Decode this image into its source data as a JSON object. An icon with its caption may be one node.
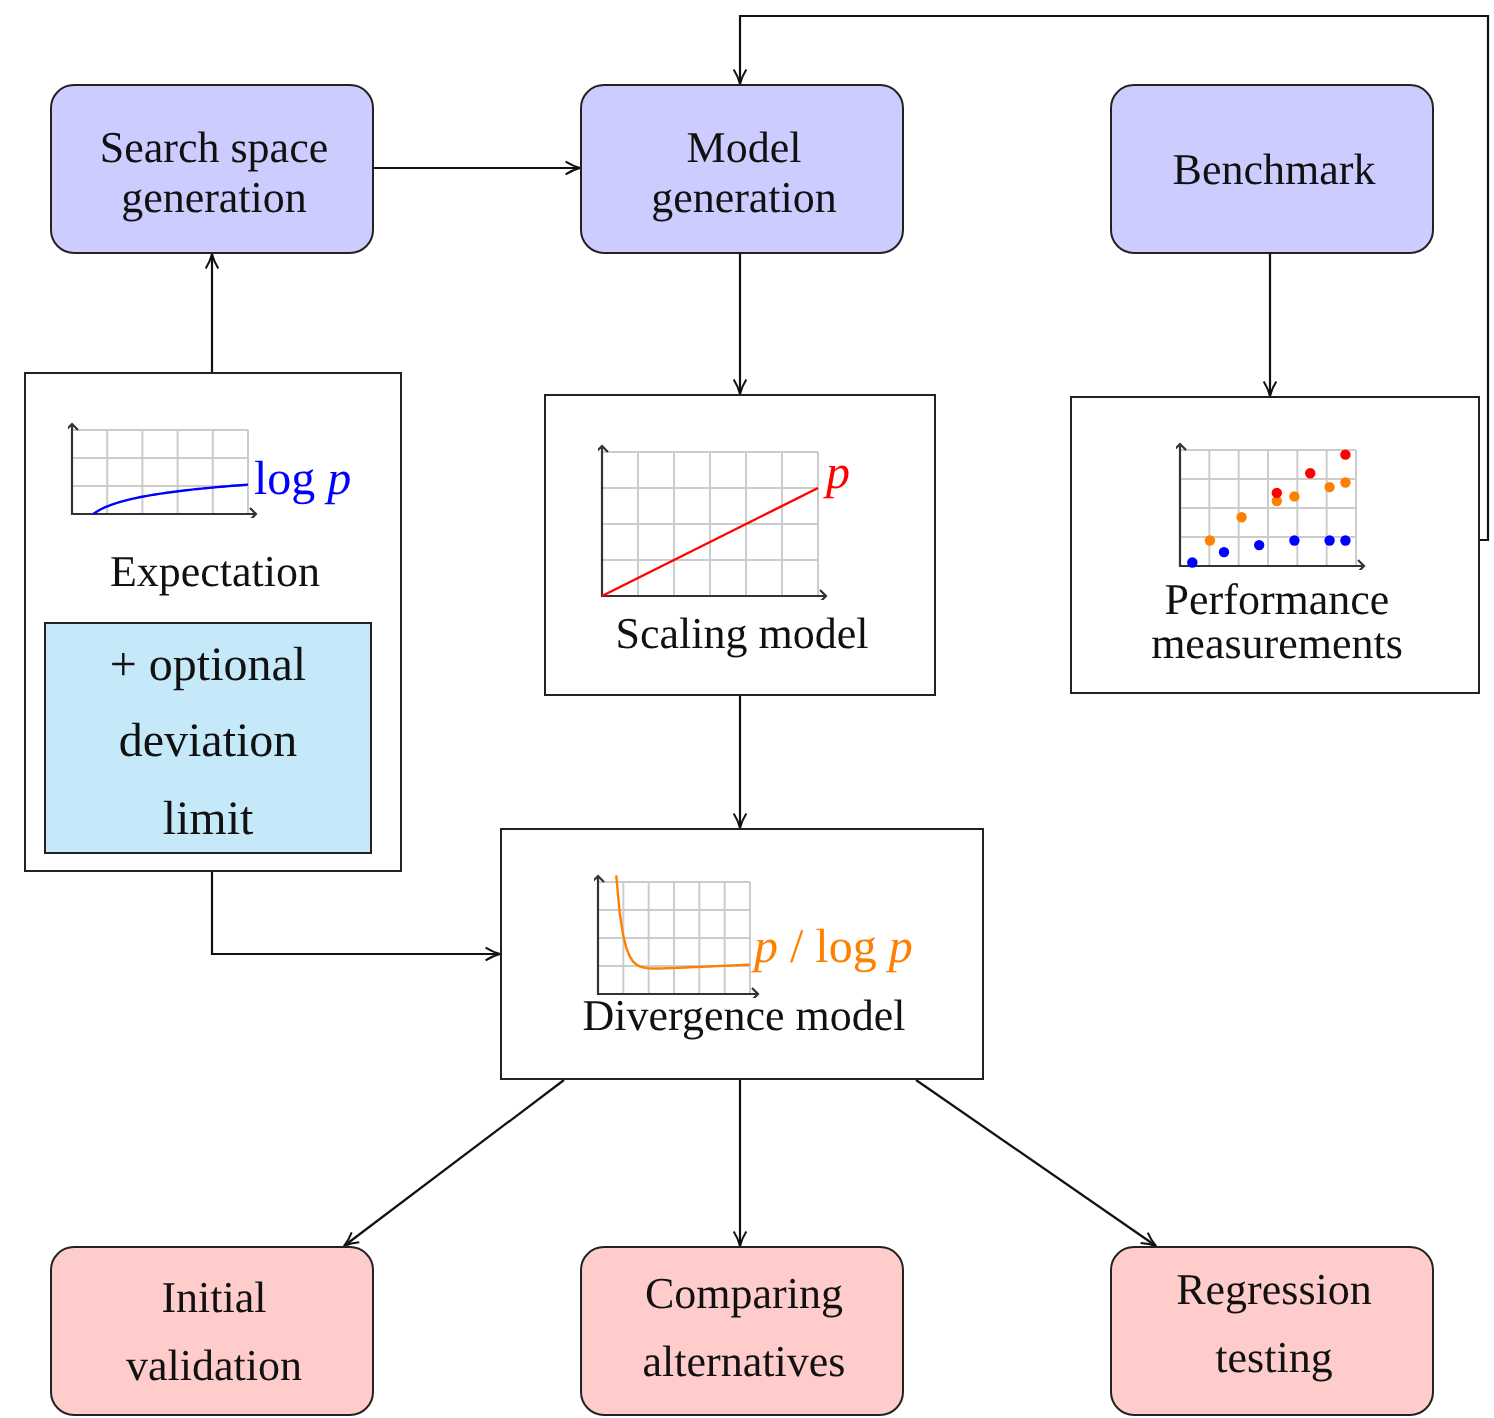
{
  "diagram": {
    "nodes": [
      {
        "text": [
          "Search space generation"
        ]
      },
      {
        "text": [
          "Model generation"
        ]
      },
      {
        "text": [
          "Benchmark"
        ]
      },
      {
        "text": [
          "log *p*",
          "Expectation"
        ]
      },
      {
        "text": [
          "+ optional deviation limit"
        ],
        "in": 3
      },
      {
        "text": [
          "p",
          "Scaling model"
        ]
      },
      {
        "text": [
          "Performance measurements"
        ]
      },
      {
        "text": [
          "*p* / log *p*",
          "Divergence model"
        ]
      },
      {
        "text": [
          "Initial validation"
        ]
      },
      {
        "text": [
          "Comparing alternatives"
        ]
      },
      {
        "text": [
          "Regression testing"
        ]
      }
    ],
    "edges": [
      {
        "from": 0,
        "to": 1,
        "arrow": "to"
      },
      {
        "from": 3,
        "to": 0,
        "arrow": "to"
      },
      {
        "from": 3,
        "to": 7,
        "arrow": "to"
      },
      {
        "from": 1,
        "to": 5,
        "arrow": "to"
      },
      {
        "from": 5,
        "to": 7,
        "arrow": "to"
      },
      {
        "from": 2,
        "to": 6,
        "arrow": "to"
      },
      {
        "from": 6,
        "to": 1,
        "arrow": "to"
      },
      {
        "from": 7,
        "to": 8,
        "arrow": "to"
      },
      {
        "from": 7,
        "to": 9,
        "arrow": "to"
      },
      {
        "from": 7,
        "to": 10,
        "arrow": "to"
      }
    ]
  }
}
